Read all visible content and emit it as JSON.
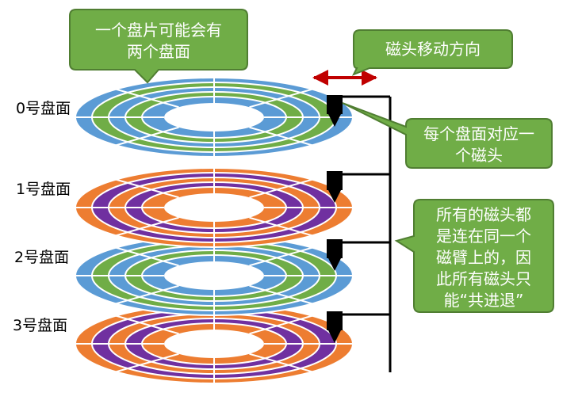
{
  "callouts": {
    "two_sides": [
      "一个盘片可能会有",
      "两个盘面"
    ],
    "head_direction": [
      "磁头移动方向"
    ],
    "one_head_per_side": [
      "每个盘面对应一",
      "个磁头"
    ],
    "shared_arm": [
      "所有的磁头都",
      "是连在同一个",
      "磁臂上的，因",
      "此所有磁头只",
      "能“共进退”"
    ]
  },
  "platters": [
    {
      "label": "0号盘面",
      "colors": [
        "#5b9bd5",
        "#70ad47",
        "#5b9bd5",
        "#70ad47",
        "#5b9bd5"
      ]
    },
    {
      "label": "1号盘面",
      "colors": [
        "#ed7d31",
        "#7030a0",
        "#ed7d31",
        "#7030a0",
        "#ed7d31"
      ]
    },
    {
      "label": "2号盘面",
      "colors": [
        "#5b9bd5",
        "#70ad47",
        "#5b9bd5",
        "#70ad47",
        "#5b9bd5"
      ]
    },
    {
      "label": "3号盘面",
      "colors": [
        "#ed7d31",
        "#7030a0",
        "#ed7d31",
        "#7030a0",
        "#ed7d31"
      ]
    }
  ],
  "colors": {
    "callout_fill": "#70ad47",
    "callout_stroke": "#507e32",
    "arrow": "#c00000",
    "arm": "#000000"
  }
}
